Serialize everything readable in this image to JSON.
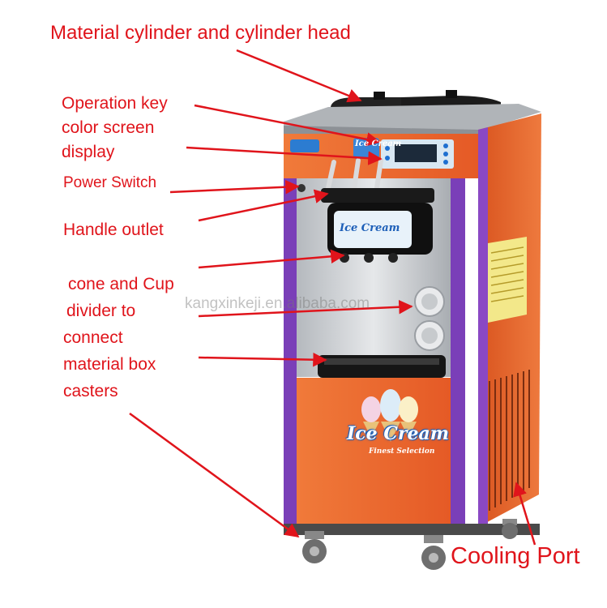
{
  "labels": {
    "material_cylinder": "Material cylinder and cylinder head",
    "operation_key_1": "Operation key",
    "operation_key_2": "color screen",
    "operation_key_3": "display",
    "power_switch": "Power Switch",
    "handle_outlet": "Handle outlet",
    "cone_1": "cone and Cup",
    "cone_2": "divider to",
    "cone_3": "connect",
    "cone_4": "material box",
    "cone_5": "casters",
    "cooling_port": "Cooling Port"
  },
  "machine": {
    "panel_label": "Ice Cream",
    "front_label": "Ice Cream",
    "front_tagline": "Finest Selection"
  },
  "watermark": "kangxinkeji.en.alibaba.com",
  "colors": {
    "label_red": "#e0141b",
    "body_orange": "#e8672f",
    "trim_purple": "#7a3fb8",
    "steel": "#c9ccd0"
  }
}
